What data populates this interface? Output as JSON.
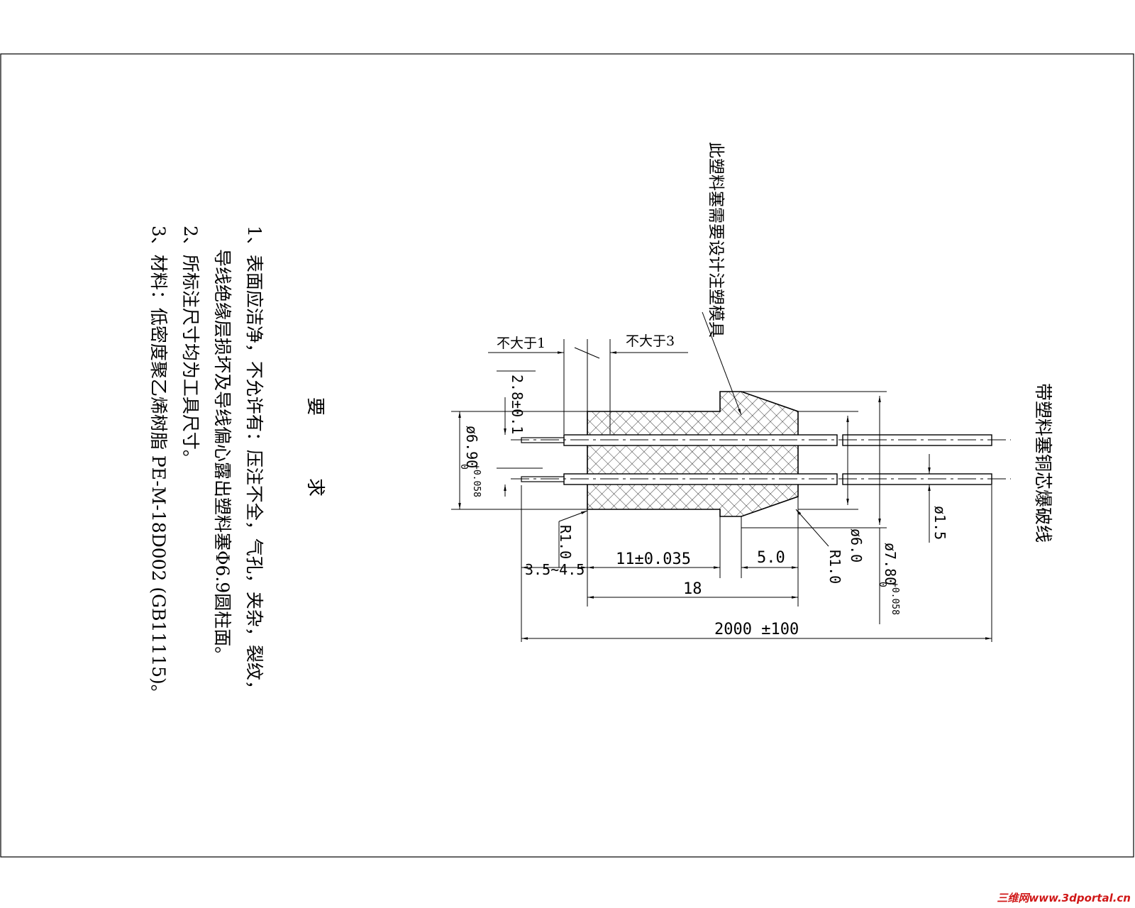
{
  "requirements": {
    "heading": "要　　求",
    "items": [
      "1、表面应洁净，不允许有：压注不全，气孔，夹杂，裂纹，",
      "　  导线绝缘层损坏及导线偏心露出塑料塞Φ6.9圆柱面。",
      "2、所标注尺寸均为工具尺寸。",
      "3、材料：低密度聚乙烯树脂 PE-M-18D002 (GB11115)。"
    ]
  },
  "labels": {
    "plug_note": "此塑料塞需要设计注塑模具",
    "wire_title": "带塑料塞铜芯爆破线"
  },
  "dimensions": {
    "max1": "不大于1",
    "max3": "不大于3",
    "d_2_8": "2.8±0.1",
    "d_6_90": "ø6.90",
    "tol_6_90_upper": "+0.058",
    "tol_6_90_lower": "0",
    "d_1_5": "ø1.5",
    "d_6_0": "ø6.0",
    "d_7_80": "ø7.80",
    "tol_7_80_upper": "+0.058",
    "tol_7_80_lower": "0",
    "r_left": "R1.0",
    "r_right": "R1.0",
    "strip": "3.5~4.5",
    "len_11": "11±0.035",
    "len_5": "5.0",
    "len_18": "18",
    "len_total": "2000 ±100"
  },
  "watermark": "三维网www.3dportal.cn"
}
